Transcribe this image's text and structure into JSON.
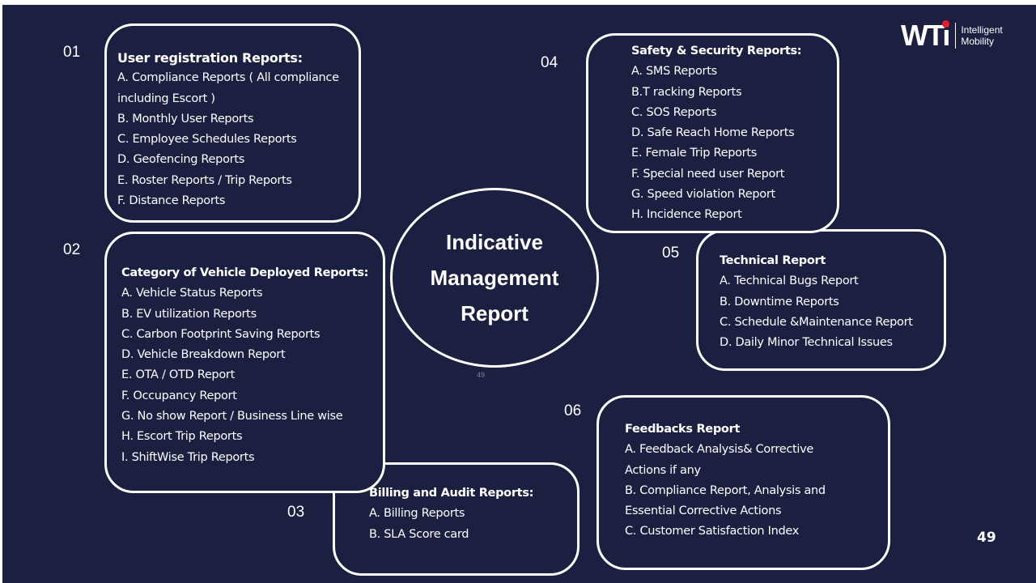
{
  "brand": {
    "logo_text": "WTi",
    "tagline_line1": "Intelligent",
    "tagline_line2": "Mobility",
    "accent_color": "#e01e2d",
    "background_color": "#1b1f40"
  },
  "center": {
    "title_line1": "Indicative",
    "title_line2": "Management",
    "title_line3": "Report"
  },
  "page_number": "49",
  "page_number_small": "49",
  "sections": [
    {
      "number": "01",
      "title": "User registration  Reports:",
      "items": [
        "A. Compliance Reports ( All compliance",
        "including Escort )",
        "B. Monthly User Reports",
        "C. Employee Schedules Reports",
        "D. Geofencing Reports",
        "E. Roster Reports / Trip Reports",
        "F. Distance Reports"
      ]
    },
    {
      "number": "02",
      "title": "Category of Vehicle Deployed Reports:",
      "items": [
        "A. Vehicle Status Reports",
        "B. EV utilization Reports",
        "C. Carbon Footprint Saving Reports",
        "D. Vehicle Breakdown Report",
        "E. OTA / OTD Report",
        "F. Occupancy Report",
        "G. No show Report / Business Line wise",
        "H. Escort Trip Reports",
        "I. ShiftWise Trip Reports"
      ]
    },
    {
      "number": "03",
      "title": "Billing and Audit Reports:",
      "items": [
        "A. Billing Reports",
        "B. SLA Score card"
      ]
    },
    {
      "number": "04",
      "title": "Safety & Security Reports:",
      "items": [
        "A. SMS Reports",
        "B.T racking Reports",
        "C. SOS Reports",
        "D. Safe Reach Home Reports",
        "E. Female Trip Reports",
        "F. Special need user Report",
        "G. Speed violation Report",
        "H. Incidence Report"
      ]
    },
    {
      "number": "05",
      "title": "Technical Report",
      "items": [
        "A. Technical Bugs Report",
        "B. Downtime Reports",
        "C. Schedule &Maintenance Report",
        "D. Daily Minor Technical Issues"
      ]
    },
    {
      "number": "06",
      "title": "Feedbacks Report",
      "items": [
        "A. Feedback Analysis& Corrective",
        "Actions if any",
        "B. Compliance Report, Analysis and",
        "Essential Corrective Actions",
        "C. Customer Satisfaction Index"
      ]
    }
  ]
}
